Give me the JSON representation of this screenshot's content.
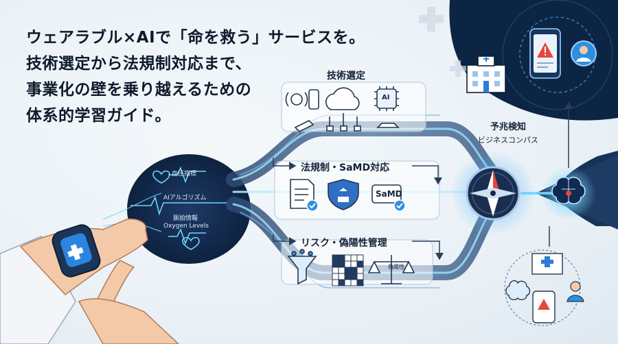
{
  "headline": {
    "line1": "ウェアラブル×AIで「命を救う」サービスを。",
    "line2": "技術選定から法規制対応まで、",
    "line3": "事業化の壁を乗り越えるための",
    "line4": "体系的学習ガイド。"
  },
  "stages": {
    "tech": {
      "title": "技術選定",
      "ai_chip": "AI"
    },
    "regulation": {
      "title": "法規制・SaMD対応",
      "samd_badge": "SaMD"
    },
    "risk": {
      "title": "リスク・偽陽性管理",
      "scale_tag": "偽陽性"
    }
  },
  "compass": {
    "title": "予兆検知",
    "subtitle": "ビジネスコンパス"
  },
  "wearable_data": {
    "line1": "血圧指標",
    "line2": "AIアルゴリズム",
    "line3": "脈拍情報",
    "line4": "Oxygen Levels"
  },
  "colors": {
    "ink": "#132238",
    "navy": "#13284a",
    "accent": "#2e7dd6",
    "glow": "#6fd6ff",
    "alert": "#e8453c",
    "check": "#2e8fe0"
  },
  "icons": [
    "heart-icon",
    "wearable-icon",
    "server-cloud-icon",
    "ai-chip-icon",
    "document-icon",
    "shield-icon",
    "funnel-icon",
    "matrix-icon",
    "scale-icon",
    "compass-icon",
    "brain-icon",
    "hospital-icon",
    "smartphone-alert-icon",
    "doctor-icon"
  ]
}
